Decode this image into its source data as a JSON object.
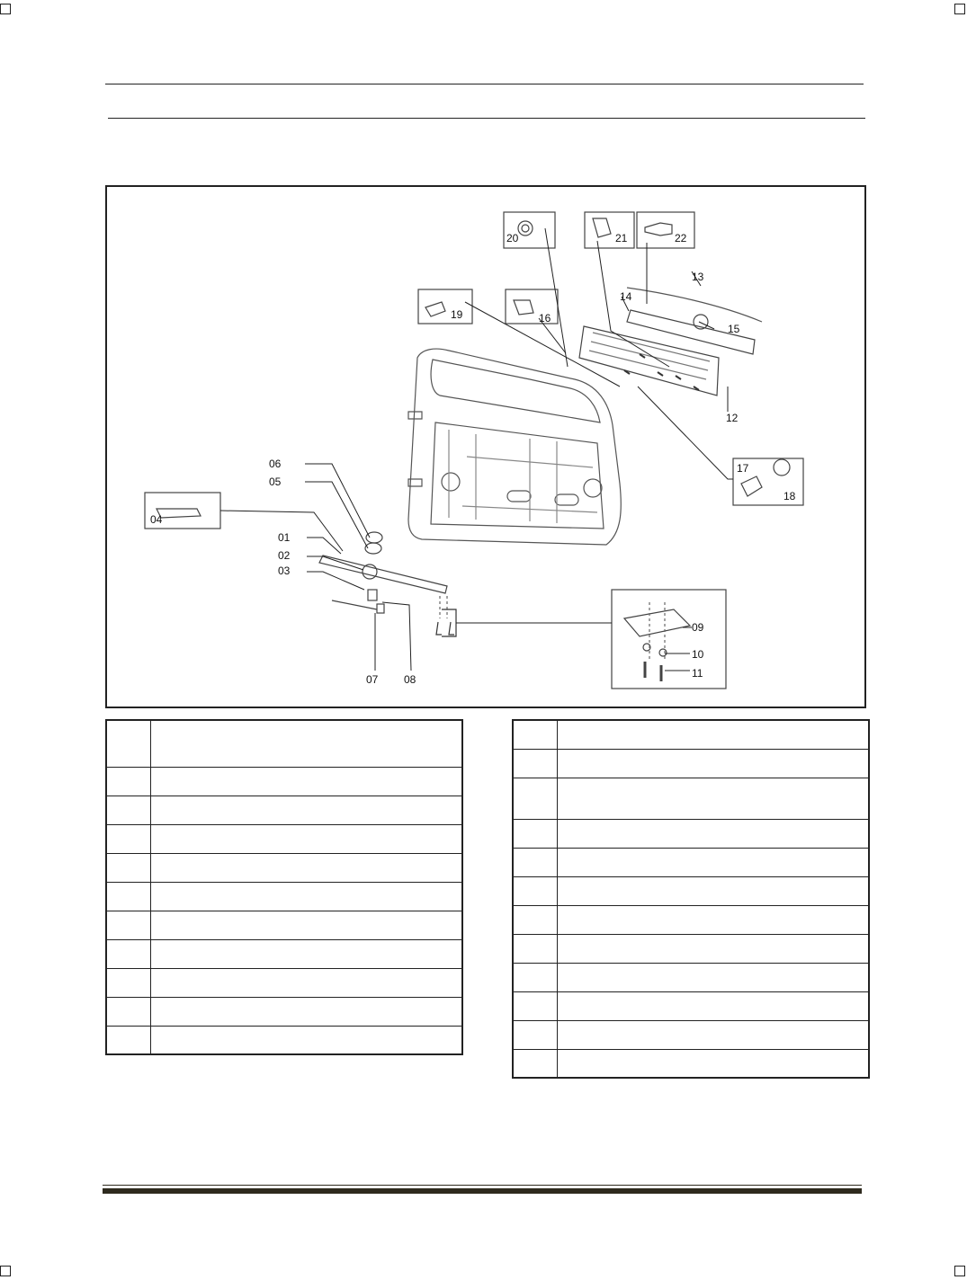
{
  "diagram": {
    "callouts": [
      "01",
      "02",
      "03",
      "04",
      "05",
      "06",
      "07",
      "08",
      "09",
      "10",
      "11",
      "12",
      "13",
      "14",
      "15",
      "16",
      "17",
      "18",
      "19",
      "20",
      "21",
      "22"
    ]
  },
  "left_table": {
    "rows": 11
  },
  "right_table": {
    "rows": 12
  }
}
